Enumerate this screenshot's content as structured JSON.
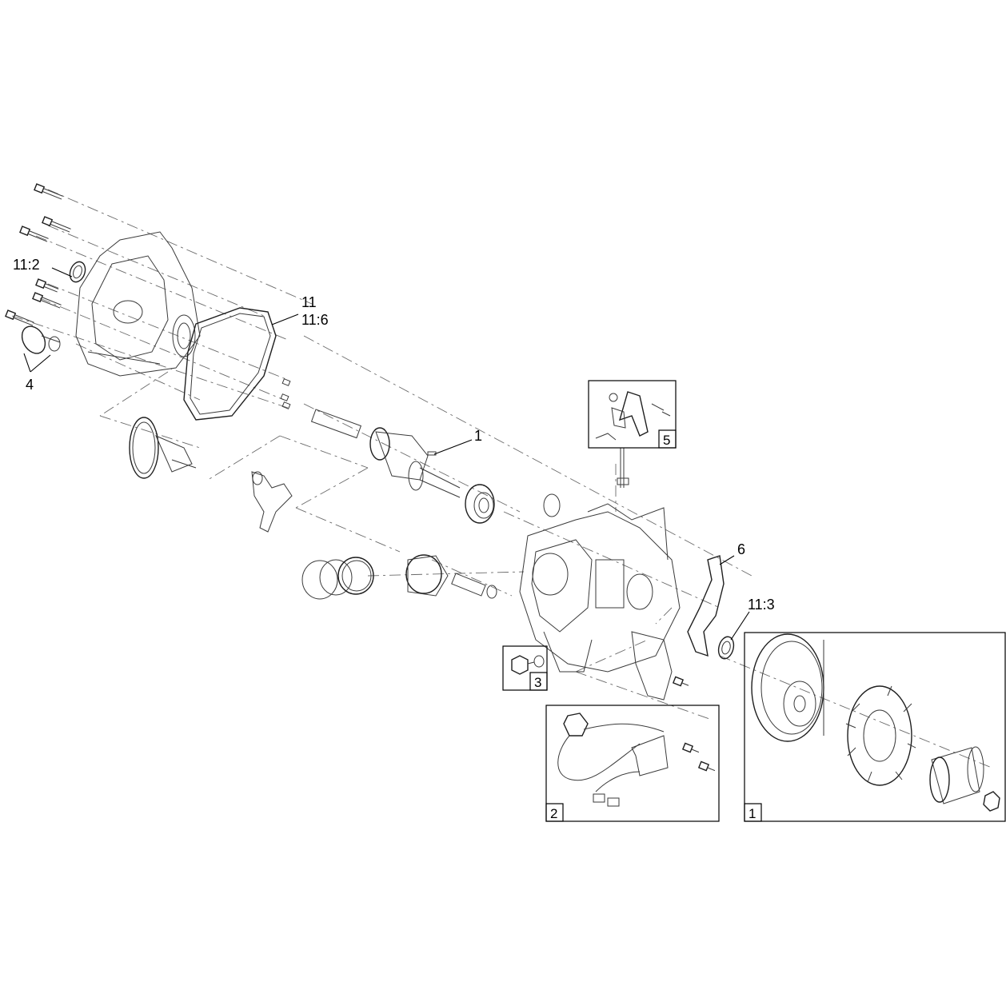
{
  "callouts": {
    "c_11_2": "11:2",
    "c_11": "11",
    "c_11_6": "11:6",
    "c_4": "4",
    "c_1": "1",
    "c_6": "6",
    "c_11_3": "11:3"
  },
  "boxes": {
    "box5": "5",
    "box3": "3",
    "box2": "2",
    "box1": "1"
  }
}
